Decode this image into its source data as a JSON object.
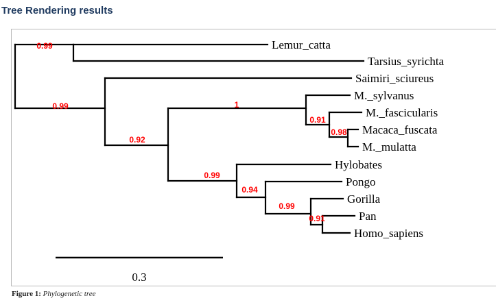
{
  "header": {
    "title": "Tree Rendering results"
  },
  "tree": {
    "taxa": [
      "Lemur_catta",
      "Tarsius_syrichta",
      "Saimiri_sciureus",
      "M._sylvanus",
      "M._fascicularis",
      "Macaca_fuscata",
      "M._mulatta",
      "Hylobates",
      "Pongo",
      "Gorilla",
      "Pan",
      "Homo_sapiens"
    ],
    "support_values": [
      "0.99",
      "0.99",
      "0.92",
      "1",
      "0.91",
      "0.98",
      "0.99",
      "0.94",
      "0.99",
      "0.91"
    ],
    "scale_bar_label": "0.3",
    "support_color": "#ff0000"
  },
  "caption": {
    "label": "Figure 1:",
    "text": "Phylogenetic tree"
  }
}
